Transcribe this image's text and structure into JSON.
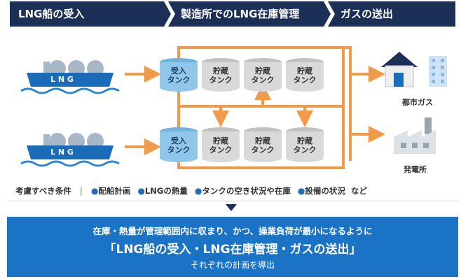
{
  "colors": {
    "header_bg": "#1c2f57",
    "pipe": "#f09b4b",
    "receive_tank": "#8fc6ea",
    "storage_tank": "#d9d9d9",
    "ship_hull": "#1a6cb8",
    "water": "#2f86d0",
    "result_bg": "#1a73c4"
  },
  "header": {
    "steps": [
      {
        "label": "LNG船の受入"
      },
      {
        "label": "製造所でのLNG在庫管理"
      },
      {
        "label": "ガスの送出"
      }
    ]
  },
  "ships": [
    {
      "label": "L N G"
    },
    {
      "label": "L N G"
    }
  ],
  "tanks": {
    "receive": [
      "受入",
      "タンク"
    ],
    "storage": [
      "貯蔵",
      "タンク"
    ]
  },
  "destinations": {
    "city_gas": "都市ガス",
    "power_plant": "発電所"
  },
  "conditions": {
    "title": "考慮すべき条件",
    "items": [
      "配船計画",
      "LNGの熱量",
      "タンクの空き状況や在庫",
      "設備の状況"
    ],
    "suffix": "など"
  },
  "result": {
    "line1": "在庫・熱量が管理範囲内に収まり、かつ、操業負荷が最小になるように",
    "line2": "「LNG船の受入・LNG在庫管理・ガスの送出」",
    "line3": "それぞれの計画を導出"
  }
}
